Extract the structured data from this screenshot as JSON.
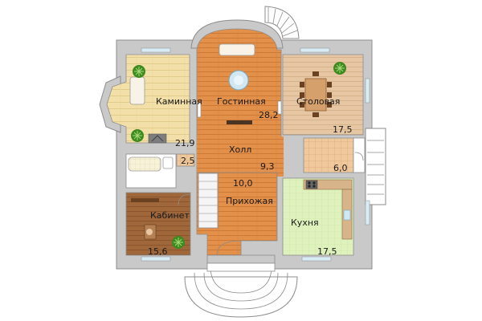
{
  "rooms": [
    {
      "id": "fireplace",
      "name": "Каминная",
      "area": "21,9"
    },
    {
      "id": "living",
      "name": "Гостинная",
      "area": "28,2"
    },
    {
      "id": "dining",
      "name": "Столовая",
      "area": "17,5"
    },
    {
      "id": "hall",
      "name": "Холл",
      "area": "9,3"
    },
    {
      "id": "bath",
      "name": "",
      "area": "2,5"
    },
    {
      "id": "utility",
      "name": "",
      "area": "6,0"
    },
    {
      "id": "entry",
      "name": "Прихожая",
      "area": "10,0"
    },
    {
      "id": "study",
      "name": "Кабинет",
      "area": "15,6"
    },
    {
      "id": "kitchen",
      "name": "Кухня",
      "area": "17,5"
    }
  ],
  "colors": {
    "wall": "#c9c9c9",
    "wall_edge": "#8c8c8c",
    "fireplace_floor": "#f3dfa8",
    "living_floor": "#e3904a",
    "dining_floor": "#e7c7a3",
    "study_floor": "#a0673b",
    "kitchen_floor": "#dff2bd",
    "tile": "#f0c89c",
    "window": "#d8ecf5",
    "plant": "#3d8a1f"
  }
}
